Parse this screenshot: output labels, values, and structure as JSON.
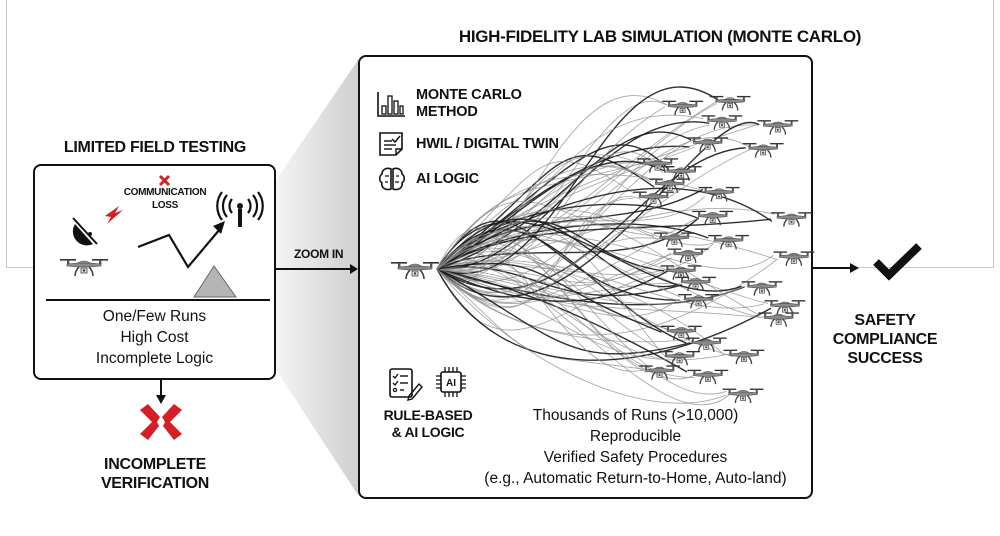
{
  "field_testing": {
    "title": "LIMITED FIELD TESTING",
    "comm_loss_label_line1": "COMMUNICATION",
    "comm_loss_label_line2": "LOSS",
    "details": [
      "One/Few Runs",
      "High Cost",
      "Incomplete Logic"
    ],
    "icons": [
      "satellite-dish-icon",
      "lightning-icon",
      "red-x-icon",
      "radio-tower-icon",
      "drone-icon",
      "mountain-icon",
      "zigzag-flight-path-arrow"
    ]
  },
  "zoom_connector": {
    "label": "ZOOM IN"
  },
  "lab_simulation": {
    "title": "HIGH-FIDELITY LAB SIMULATION (MONTE CARLO)",
    "features": [
      {
        "icon": "bar-chart-icon",
        "label_line1": "MONTE CARLO",
        "label_line2": "METHOD"
      },
      {
        "icon": "document-check-icon",
        "label_line1": "HWIL / DIGITAL TWIN",
        "label_line2": ""
      },
      {
        "icon": "brain-icon",
        "label_line1": "AI LOGIC",
        "label_line2": ""
      }
    ],
    "rule_based": {
      "label_line1": "RULE-BASED",
      "label_line2": "& AI LOGIC",
      "icons": [
        "checklist-pencil-icon",
        "ai-chip-icon"
      ],
      "chip_text": "AI"
    },
    "details": [
      "Thousands of Runs (>10,000)",
      "Reproducible",
      "Verified Safety Procedures",
      "(e.g., Automatic Return-to-Home, Auto-land)"
    ],
    "trajectory_count_depicted": 90,
    "destination_drone_count": 30
  },
  "outcomes": {
    "success_lines": [
      "SAFETY",
      "COMPLIANCE",
      "SUCCESS"
    ],
    "failure_lines": [
      "INCOMPLETE",
      "VERIFICATION"
    ]
  },
  "colors": {
    "ink": "#111111",
    "alert_red": "#d32027",
    "mountain_gray": "#b5b5b5",
    "drone_gray": "#8a8a8a",
    "frame_gray": "#c8c8c8"
  }
}
